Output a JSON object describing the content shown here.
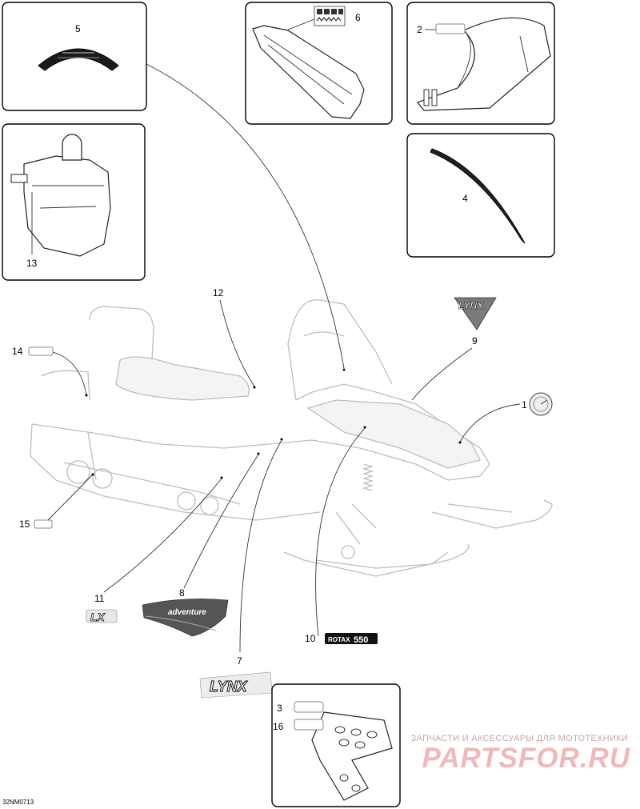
{
  "diagram": {
    "callouts": [
      {
        "id": "c1",
        "label": "1"
      },
      {
        "id": "c2",
        "label": "2"
      },
      {
        "id": "c3",
        "label": "3"
      },
      {
        "id": "c4",
        "label": "4"
      },
      {
        "id": "c5",
        "label": "5"
      },
      {
        "id": "c6",
        "label": "6"
      },
      {
        "id": "c7",
        "label": "7"
      },
      {
        "id": "c8",
        "label": "8"
      },
      {
        "id": "c9",
        "label": "9"
      },
      {
        "id": "c10",
        "label": "10"
      },
      {
        "id": "c11",
        "label": "11"
      },
      {
        "id": "c12",
        "label": "12"
      },
      {
        "id": "c13",
        "label": "13"
      },
      {
        "id": "c14",
        "label": "14"
      },
      {
        "id": "c15",
        "label": "15"
      },
      {
        "id": "c16",
        "label": "16"
      }
    ],
    "decals": {
      "lynx_large": "LYNX",
      "lynx_small": "LYNX",
      "lx": "LX",
      "adventure": "adventure",
      "rotax_word": "ROTAX",
      "rotax_number": "550"
    },
    "drawing_code": "32NM0713"
  },
  "watermark": {
    "tagline": "ЗАПЧАСТИ И АКСЕССУАРЫ ДЛЯ МОТОТЕХНИКИ",
    "brand": "PARTSFOR.RU"
  }
}
